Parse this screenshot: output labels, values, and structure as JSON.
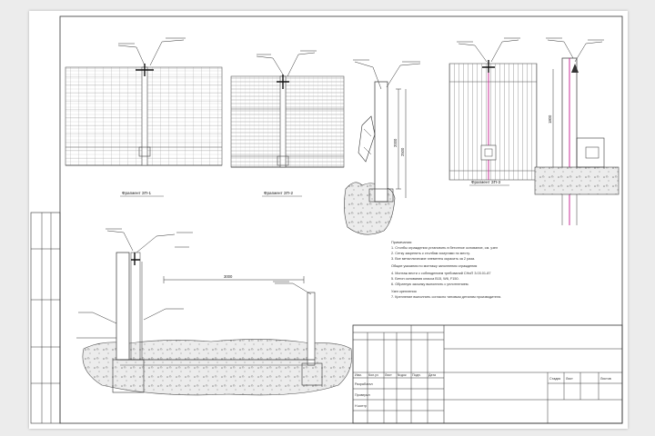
{
  "drawing": {
    "type": "fence installation detail sheet"
  },
  "views": [
    {
      "id": "view-1",
      "caption": "Фрагмент ЗП-1"
    },
    {
      "id": "view-2",
      "caption": "Фрагмент ЗП-2"
    },
    {
      "id": "view-3",
      "caption": ""
    },
    {
      "id": "view-4",
      "caption": "Фрагмент ЗП-3"
    },
    {
      "id": "view-5",
      "caption": ""
    }
  ],
  "dimensions": {
    "span": "3000",
    "post_height_1": "2000",
    "post_height_2": "2500",
    "post_height_3": "1800"
  },
  "notes": [
    "Примечания:",
    "1. Столбы ограждения установить в бетонное основание, см. узел",
    "2. Сетку закрепить к столбам хомутами по месту.",
    "3. Все металлические элементы окрасить за 2 раза.",
    "Общие указания по монтажу заполнения ограждения",
    "4. Монтаж вести с соблюдением требований СНиП 3.03.01-87",
    "5. Бетон основания класса В15, W6, F150.",
    "6. Обратную засыпку выполнить с уплотнением.",
    "Узел крепления",
    "7. Крепление выполнить согласно типовым деталям производителя."
  ],
  "title_block": {
    "col_headers": [
      "Изм.",
      "Кол.уч",
      "Лист",
      "№док",
      "Подп.",
      "Дата"
    ],
    "rows": [
      "Разработал",
      "Проверил",
      "Н.контр"
    ],
    "right_headers": [
      "Стадия",
      "Лист",
      "Листов"
    ]
  },
  "colors": {
    "line": "#222222",
    "post_accent": "#c2188c",
    "concrete": "#e6e6e6",
    "paper": "#ffffff"
  }
}
